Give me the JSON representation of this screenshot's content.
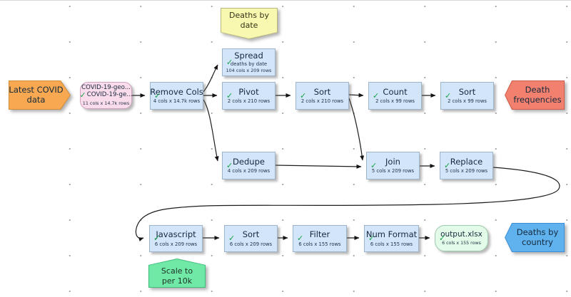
{
  "app": {
    "description": "Data transform flow diagram",
    "check_glyph": "✓",
    "colors": {
      "node_fill": "#d3e5f9",
      "source_fill": "#fadcec",
      "output_file_fill": "#e3fbe9",
      "input_marker": "#f7a851",
      "output_marker_red": "#f2806f",
      "output_marker_blue": "#5fb2ee",
      "note_yellow": "#f8f8b0",
      "note_green": "#70e9a7",
      "check_green": "#15a348"
    }
  },
  "markers": {
    "input": {
      "label": "Latest COVID data"
    },
    "death_frequencies": {
      "label": "Death frequencies"
    },
    "deaths_by_country": {
      "label": "Deaths by country"
    }
  },
  "notes": {
    "deaths_by_date": {
      "text": "Deaths by date"
    },
    "scale": {
      "text": "Scale to per 10k"
    }
  },
  "nodes": {
    "source": {
      "line1": "COVID-19-geo...",
      "line2": "COVID-19-ge...",
      "stats": "11 cols x 14.7k rows"
    },
    "remove_cols": {
      "title": "Remove Cols",
      "stats": "4 cols x 14.7k rows"
    },
    "spread": {
      "title": "Spread",
      "note": "deaths by date",
      "stats": "104 cols x 209 rows"
    },
    "pivot": {
      "title": "Pivot",
      "stats": "2 cols x 210 rows"
    },
    "sort1": {
      "title": "Sort",
      "stats": "2 cols x 210 rows"
    },
    "count": {
      "title": "Count",
      "stats": "2 cols x 99 rows"
    },
    "sort2": {
      "title": "Sort",
      "stats": "2 cols x 99 rows"
    },
    "dedupe": {
      "title": "Dedupe",
      "stats": "4 cols x 209 rows"
    },
    "join": {
      "title": "Join",
      "stats": "5 cols x 209 rows"
    },
    "replace": {
      "title": "Replace",
      "stats": "5 cols x 209 rows"
    },
    "javascript": {
      "title": "Javascript",
      "stats": "6 cols x 209 rows"
    },
    "sort3": {
      "title": "Sort",
      "stats": "6 cols x 209 rows"
    },
    "filter": {
      "title": "Filter",
      "stats": "6 cols x 155 rows"
    },
    "num_format": {
      "title": "Num Format",
      "stats": "6 cols x 155 rows"
    },
    "output_file": {
      "title": "output.xlsx",
      "stats": "6 cols x 155 rows"
    }
  }
}
